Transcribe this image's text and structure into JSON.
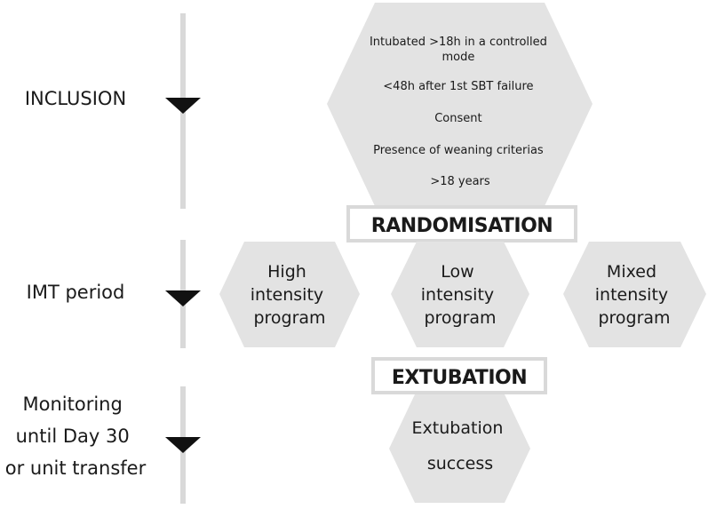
{
  "phases": [
    {
      "lines": [
        "INCLUSION"
      ]
    },
    {
      "lines": [
        "IMT period"
      ]
    },
    {
      "lines": [
        "Monitoring",
        "until Day 30",
        "or unit transfer"
      ]
    }
  ],
  "inclusion_criteria": [
    "Intubated >18h in a controlled",
    "mode",
    "<48h after 1st SBT failure",
    "Consent",
    "Presence of weaning criterias",
    ">18 years"
  ],
  "randomisation_label": "RANDOMISATION",
  "programs": [
    {
      "lines": [
        "High",
        "intensity",
        "program"
      ]
    },
    {
      "lines": [
        "Low",
        "intensity",
        "program"
      ]
    },
    {
      "lines": [
        "Mixed",
        "intensity",
        "program"
      ]
    }
  ],
  "extubation_label": "EXTUBATION",
  "outcome": {
    "lines": [
      "Extubation",
      "success"
    ]
  },
  "colors": {
    "hexagon_fill": "#e3e3e3",
    "box_border": "#d9d9d9",
    "timeline": "#d9d9d9",
    "arrow": "#111111"
  }
}
